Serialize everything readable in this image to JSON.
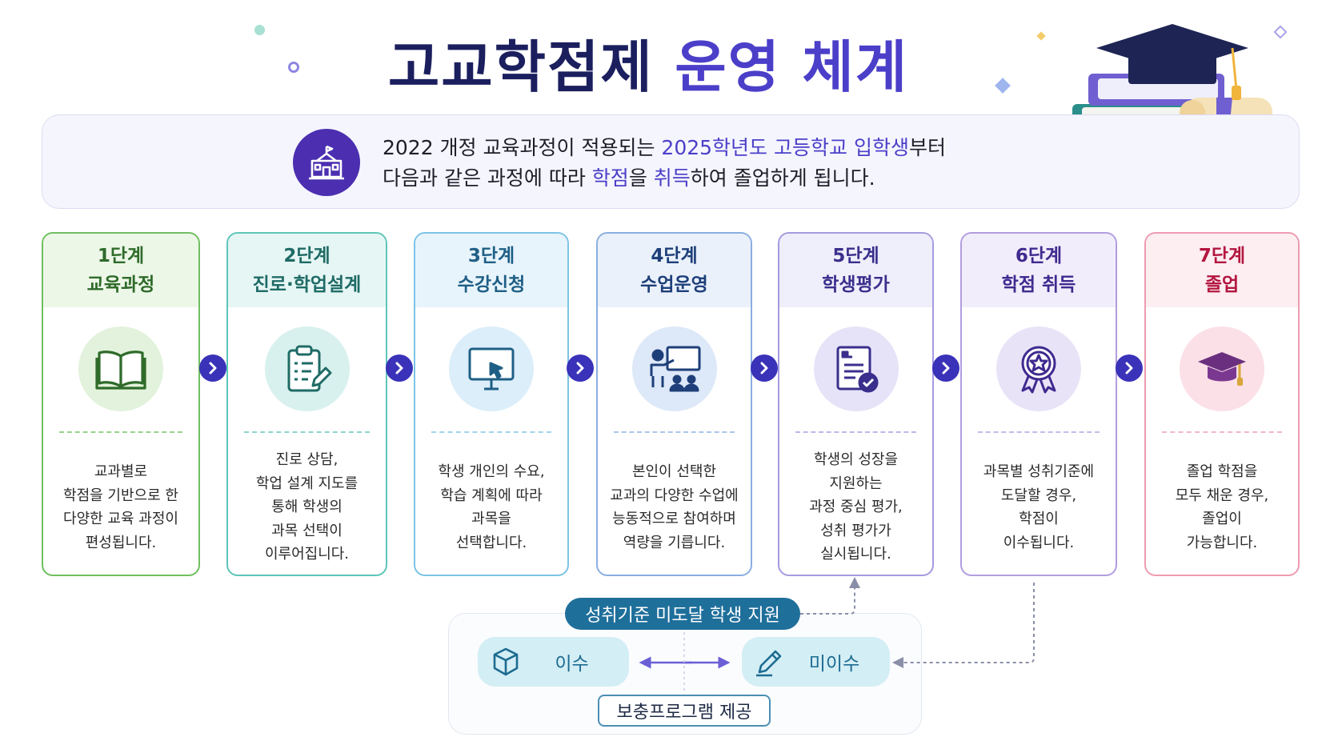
{
  "title": {
    "part1": "고교학점제",
    "part2": "운영 체계"
  },
  "intro": {
    "line1_a": "2022 개정 교육과정이 적용되는 ",
    "line1_hl": "2025학년도 고등학교 입학생",
    "line1_b": "부터",
    "line2_a": "다음과 같은 과정에 따라 ",
    "line2_hl1": "학점",
    "line2_b": "을 ",
    "line2_hl2": "취득",
    "line2_c": "하여 졸업하게 됩니다.",
    "icon": "school-icon"
  },
  "steps": [
    {
      "stage": "1단계",
      "name": "교육과정",
      "icon": "open-book-icon",
      "desc": "교과별로\n학점을 기반으로 한\n다양한 교육 과정이\n편성됩니다.",
      "color": "#6fbf5f",
      "head_bg": "#edf7e8",
      "head_color": "#2f6b2a",
      "icon_bg": "#e2f2dc"
    },
    {
      "stage": "2단계",
      "name": "진로·학업설계",
      "icon": "clipboard-pencil-icon",
      "desc": "진로 상담,\n학업 설계 지도를\n통해 학생의\n과목 선택이\n이루어집니다.",
      "color": "#5cc6b8",
      "head_bg": "#e6f6f4",
      "head_color": "#1f6b66",
      "icon_bg": "#d8f1ee"
    },
    {
      "stage": "3단계",
      "name": "수강신청",
      "icon": "monitor-cursor-icon",
      "desc": "학생 개인의 수요,\n학습 계획에 따라\n과목을\n선택합니다.",
      "color": "#7cc3e6",
      "head_bg": "#e8f4fb",
      "head_color": "#1f5f86",
      "icon_bg": "#dbeefa"
    },
    {
      "stage": "4단계",
      "name": "수업운영",
      "icon": "teacher-class-icon",
      "desc": "본인이 선택한\n교과의 다양한 수업에\n능동적으로 참여하며\n역량을 기릅니다.",
      "color": "#8aaee0",
      "head_bg": "#eaf1fb",
      "head_color": "#1e3f79",
      "icon_bg": "#dde8f8"
    },
    {
      "stage": "5단계",
      "name": "학생평가",
      "icon": "report-check-icon",
      "desc": "학생의 성장을\n지원하는\n과정 중심 평가,\n성취 평가가\n실시됩니다.",
      "color": "#a49be0",
      "head_bg": "#efeefb",
      "head_color": "#3a2f8c",
      "icon_bg": "#e6e3f8"
    },
    {
      "stage": "6단계",
      "name": "학점 취득",
      "icon": "award-badge-icon",
      "desc": "과목별 성취기준에\n도달할 경우,\n학점이\n이수됩니다.",
      "color": "#b19ddf",
      "head_bg": "#f1edfb",
      "head_color": "#3f2a8f",
      "icon_bg": "#e9e3f8"
    },
    {
      "stage": "7단계",
      "name": "졸업",
      "icon": "graduation-cap-icon",
      "desc": "졸업 학점을\n모두 채운 경우,\n졸업이\n가능합니다.",
      "color": "#ee9bb0",
      "head_bg": "#fdeef2",
      "head_color": "#b3163f",
      "icon_bg": "#fbe0e7"
    }
  ],
  "support": {
    "title": "성취기준 미도달 학생 지원",
    "complete": {
      "label": "이수",
      "icon": "box-icon"
    },
    "incomplete": {
      "label": "미이수",
      "icon": "pencil-edit-icon"
    },
    "program": "보충프로그램 제공"
  }
}
